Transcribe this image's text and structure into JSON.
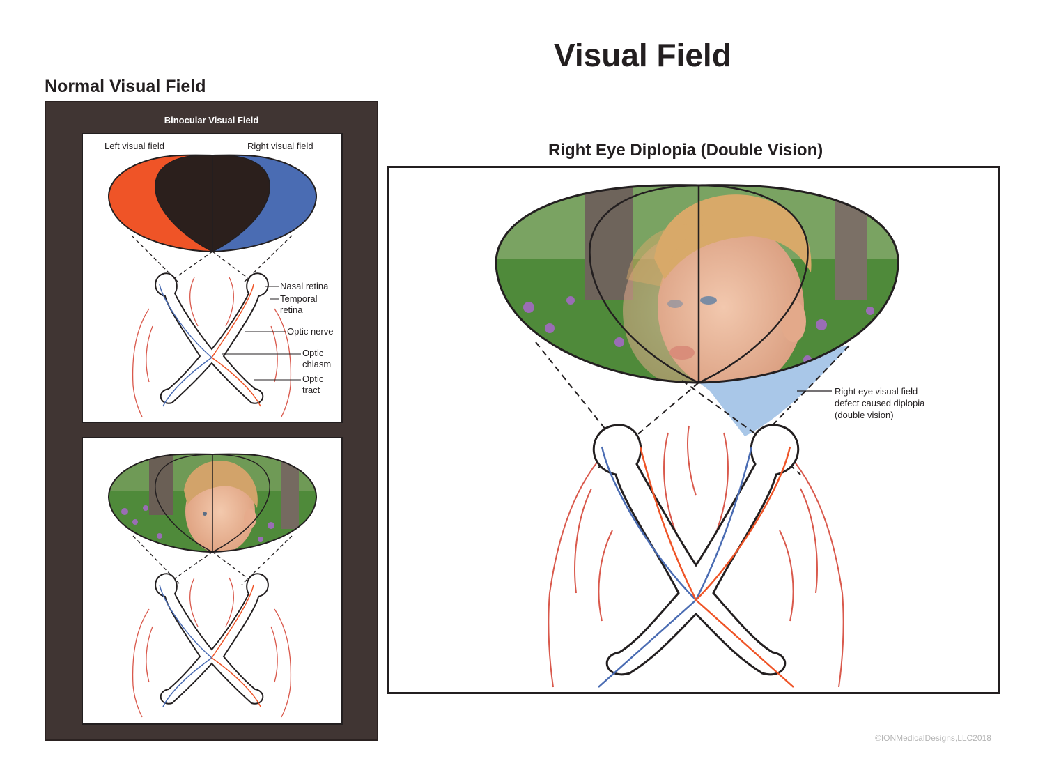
{
  "title": "Visual Field",
  "normal_section": {
    "heading": "Normal Visual Field",
    "binocular_label": "Binocular Visual Field",
    "left_field_label": "Left visual field",
    "right_field_label": "Right visual field",
    "anatomy_labels": {
      "nasal_retina": "Nasal retina",
      "temporal_line1": "Temporal",
      "temporal_line2": "retina",
      "optic_nerve": "Optic nerve",
      "chiasm_line1": "Optic",
      "chiasm_line2": "chiasm",
      "tract_line1": "Optic",
      "tract_line2": "tract"
    }
  },
  "diplopia_section": {
    "heading": "Right Eye Diplopia (Double Vision)",
    "defect_line1": "Right eye visual field",
    "defect_line2": "defect caused diplopia",
    "defect_line3": "(double vision)"
  },
  "copyright": "©IONMedicalDesigns,LLC2018",
  "colors": {
    "left_field": "#ef5427",
    "right_field": "#4a6cb3",
    "overlap": "#2b1f1c",
    "panel_bg": "#403533",
    "defect": "#a9c7e8",
    "vessel": "#d9594c",
    "nerve_blue": "#4a6cb3",
    "nerve_orange": "#ef5427"
  }
}
